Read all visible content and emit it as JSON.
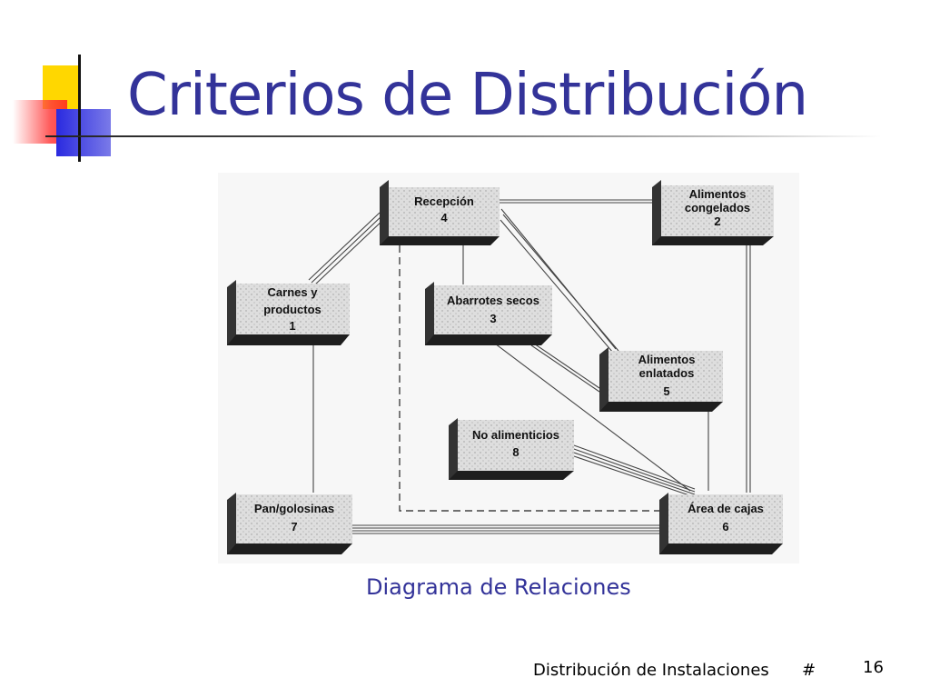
{
  "slide": {
    "title": "Criterios de Distribución",
    "caption": "Diagrama de Relaciones",
    "footer": {
      "course": "Distribución de Instalaciones",
      "hash": "#",
      "slide_number": "16"
    }
  },
  "diagram": {
    "nodes": [
      {
        "id": "4",
        "lines": [
          "Recepción",
          "4"
        ]
      },
      {
        "id": "2",
        "lines": [
          "Alimentos",
          "congelados",
          "2"
        ]
      },
      {
        "id": "1",
        "lines": [
          "Carnes y",
          "productos",
          "1"
        ]
      },
      {
        "id": "3",
        "lines": [
          "Abarrotes secos",
          "3"
        ]
      },
      {
        "id": "5",
        "lines": [
          "Alimentos",
          "enlatados",
          "5"
        ]
      },
      {
        "id": "8",
        "lines": [
          "No alimenticios",
          "8"
        ]
      },
      {
        "id": "7",
        "lines": [
          "Pan/golosinas",
          "7"
        ]
      },
      {
        "id": "6",
        "lines": [
          "Área de cajas",
          "6"
        ]
      }
    ]
  }
}
